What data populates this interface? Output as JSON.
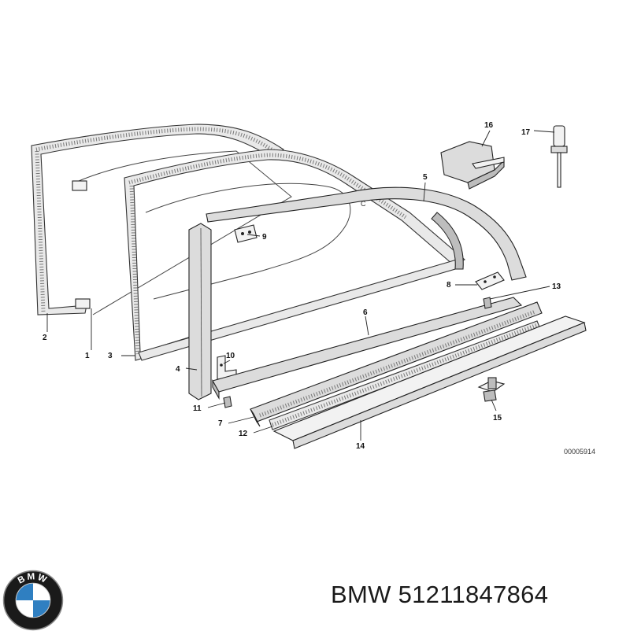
{
  "diagram": {
    "callouts": [
      {
        "id": "c1",
        "label": "1"
      },
      {
        "id": "c2",
        "label": "2"
      },
      {
        "id": "c3",
        "label": "3"
      },
      {
        "id": "c4",
        "label": "4"
      },
      {
        "id": "c5",
        "label": "5"
      },
      {
        "id": "c6",
        "label": "6"
      },
      {
        "id": "c7",
        "label": "7"
      },
      {
        "id": "c8",
        "label": "8"
      },
      {
        "id": "c9",
        "label": "9"
      },
      {
        "id": "c10",
        "label": "10"
      },
      {
        "id": "c11",
        "label": "11"
      },
      {
        "id": "c12",
        "label": "12"
      },
      {
        "id": "c13",
        "label": "13"
      },
      {
        "id": "c14",
        "label": "14"
      },
      {
        "id": "c15",
        "label": "15"
      },
      {
        "id": "c16",
        "label": "16"
      },
      {
        "id": "c17",
        "label": "17"
      }
    ],
    "doc_number": "00005914"
  },
  "footer": {
    "brand": "BMW",
    "part_number": "51211847864",
    "logo_text": "BMW"
  },
  "colors": {
    "logo_blue": "#2f7fc1",
    "logo_black": "#111111",
    "line": "#222222"
  }
}
